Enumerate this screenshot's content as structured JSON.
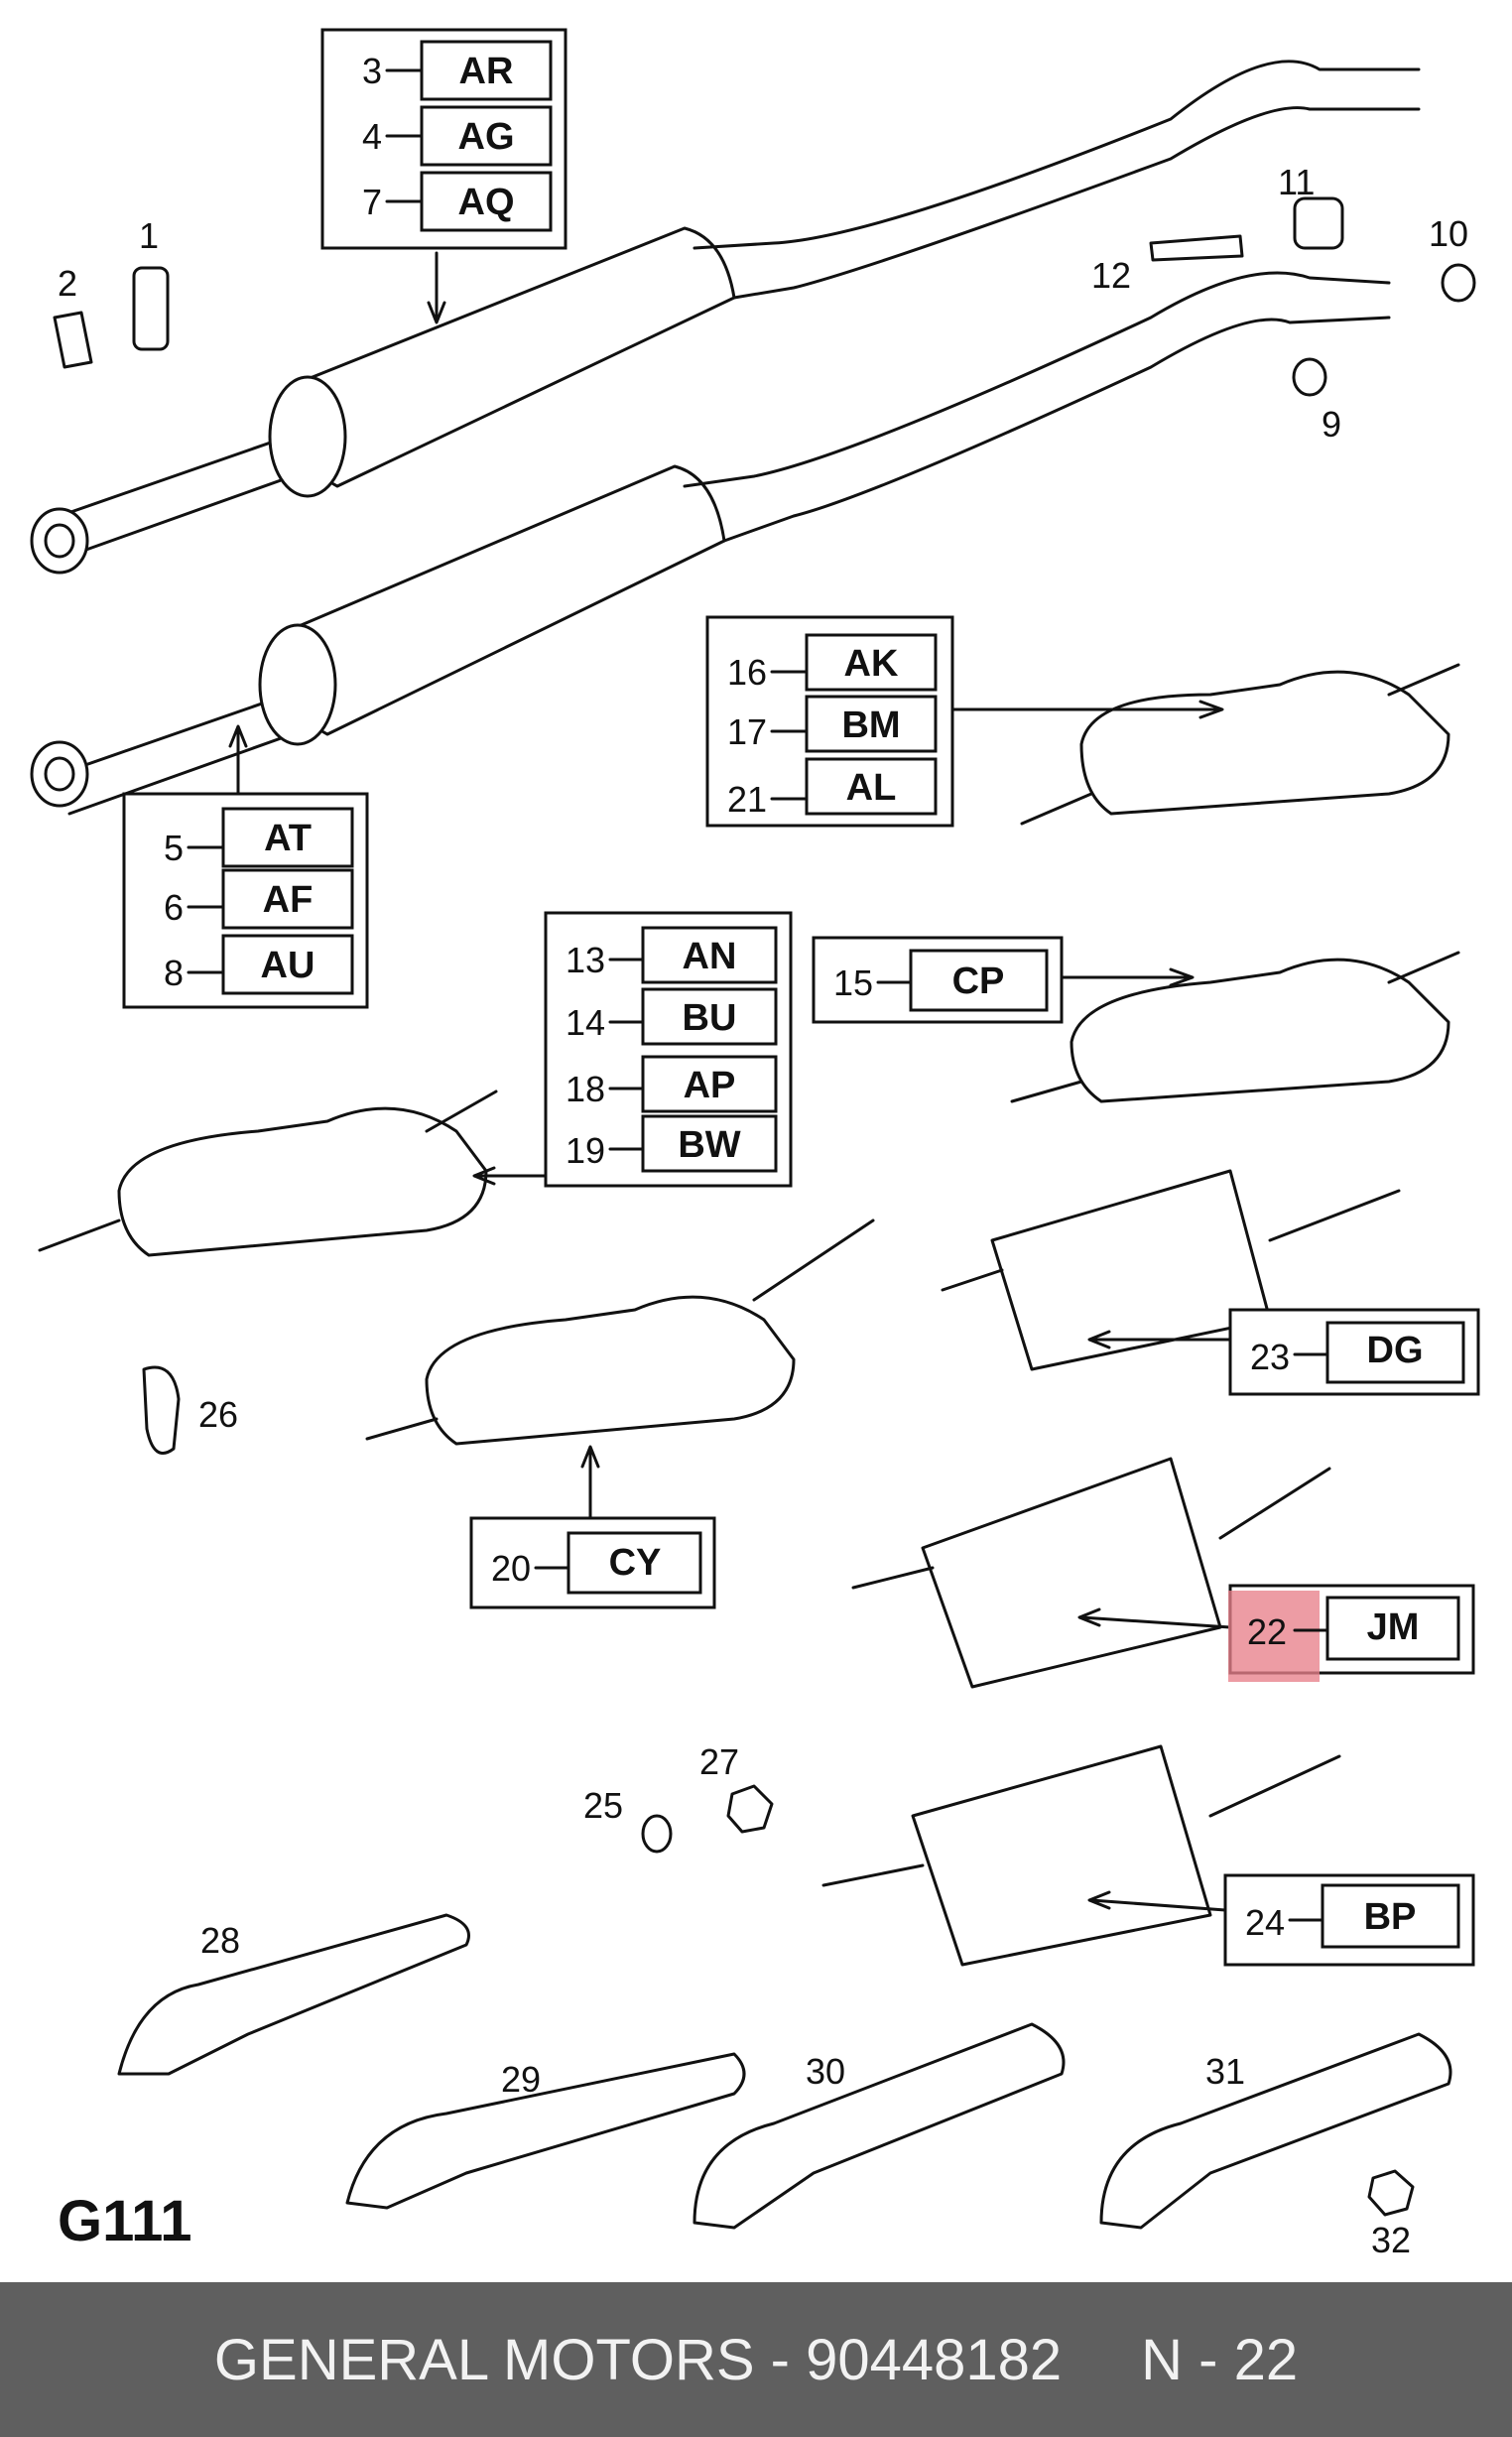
{
  "figure_code": "G111",
  "footer": {
    "brand": "GENERAL MOTORS - 90448182",
    "code": "N - 22"
  },
  "highlight_color": "#e8808a",
  "groups": [
    {
      "rows": [
        {
          "ref": "3",
          "code": "AR"
        },
        {
          "ref": "4",
          "code": "AG"
        },
        {
          "ref": "7",
          "code": "AQ"
        }
      ]
    },
    {
      "rows": [
        {
          "ref": "5",
          "code": "AT"
        },
        {
          "ref": "6",
          "code": "AF"
        },
        {
          "ref": "8",
          "code": "AU"
        }
      ]
    },
    {
      "rows": [
        {
          "ref": "16",
          "code": "AK"
        },
        {
          "ref": "17",
          "code": "BM"
        },
        {
          "ref": "21",
          "code": "AL"
        }
      ]
    },
    {
      "rows": [
        {
          "ref": "13",
          "code": "AN"
        },
        {
          "ref": "14",
          "code": "BU"
        },
        {
          "ref": "18",
          "code": "AP"
        },
        {
          "ref": "19",
          "code": "BW"
        }
      ]
    },
    {
      "rows": [
        {
          "ref": "15",
          "code": "CP"
        }
      ]
    },
    {
      "rows": [
        {
          "ref": "23",
          "code": "DG"
        }
      ]
    },
    {
      "rows": [
        {
          "ref": "20",
          "code": "CY"
        }
      ]
    },
    {
      "rows": [
        {
          "ref": "22",
          "code": "JM"
        }
      ],
      "highlighted": true
    },
    {
      "rows": [
        {
          "ref": "24",
          "code": "BP"
        }
      ]
    }
  ],
  "part_numbers": [
    "1",
    "2",
    "9",
    "10",
    "11",
    "12",
    "25",
    "26",
    "27",
    "28",
    "29",
    "30",
    "31",
    "32"
  ]
}
